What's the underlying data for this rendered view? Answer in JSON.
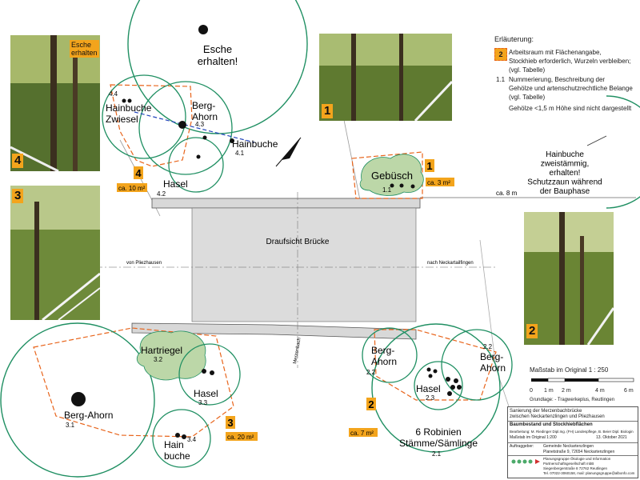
{
  "drawing": {
    "esche_label": "Esche\nerhalten!",
    "labels": {
      "hainbuche_zwiesel": "Hainbuche\nZwiesel",
      "hainbuche_zwiesel_id": "4.4",
      "berg_ahorn_43": "Berg-\nAhorn",
      "berg_ahorn_43_id": "4.3",
      "hainbuche_41": "Hainbuche",
      "hainbuche_41_id": "4.1",
      "hasel_42": "Hasel",
      "hasel_42_id": "4.2",
      "area4_badge": "4",
      "area4_size": "ca. 10 m²",
      "gebusch": "Gebüsch",
      "gebusch_id": "1.1",
      "area1_badge": "1",
      "area1_size": "ca. 3 m²",
      "ca8m": "ca. 8 m",
      "hainbuche_zweist": "Hainbuche\nzweistämmig,\nerhalten!\nSchutzzaun während\nder Bauphase",
      "draufsicht": "Draufsicht Brücke",
      "von_pliezhausen": "von Pliezhausen",
      "nach_neckartailfingen": "nach Neckartailfingen",
      "merzenbach": "Merzenbach",
      "hartriegel": "Hartriegel",
      "hartriegel_id": "3.2",
      "hasel_33": "Hasel",
      "hasel_33_id": "3.3",
      "berg_ahorn_31": "Berg-Ahorn",
      "berg_ahorn_31_id": "3.1",
      "hainbuche_34": "Hain\nbuche",
      "hainbuche_34_id": "3.4",
      "area3_badge": "3",
      "area3_size": "ca. 20 m²",
      "area2_badge": "2",
      "area2_size": "ca. 7 m²",
      "berg_ahorn_22a": "Berg-\nAhorn",
      "berg_ahorn_22a_id": "2.2",
      "berg_ahorn_22b": "Berg-\nAhorn",
      "berg_ahorn_22b_id": "2.2",
      "hasel_23": "Hasel",
      "hasel_23_id": "2.3",
      "robinien": "6 Robinien\nStämme/Sämlinge",
      "robinien_id": "2.1"
    }
  },
  "photos": [
    {
      "badge": "4",
      "tag": "Esche\nerhalten"
    },
    {
      "badge": "3"
    },
    {
      "badge": "1"
    },
    {
      "badge": "2"
    }
  ],
  "legend": {
    "title": "Erläuterung:",
    "swatch_number": "2",
    "item1": "Arbeitsraum mit Flächenangabe,\nStockhieb erforderlich, Wurzeln verbleiben;\n(vgl. Tabelle)",
    "item2_key": "1.1",
    "item2": "Nummerierung, Beschreibung der\nGehölze und artenschutzrechtliche Belange\n(vgl. Tabelle)",
    "note": "Gehölze <1,5 m Höhe sind nicht dargestellt"
  },
  "scale": {
    "title": "Maßstab im Original 1 : 250",
    "ticks": [
      "0",
      "1 m",
      "2 m",
      "4 m",
      "6 m"
    ],
    "source": "Grundlage: - Tragwerkeplus, Reutlingen"
  },
  "titleblock": {
    "project": "Sanierung der Merzenbachbrücke\nzwischen Neckartenzlingen und Pliezhausen",
    "subject": "Baumbestand und Stockhiebflächen",
    "edited": "Bearbeitung: M. Riedinger Dipl.Ing. (FH) Landespflege, B. Beier Dipl. Biologin",
    "scale": "Maßstab im Original 1:200",
    "date": "13. Oktober 2021",
    "client_label": "Auftraggeber:",
    "client": "Gemeinde Neckartenzlingen\nPlanetstraße 9, 72654 Neckartenzlingen",
    "office": "Planungsgruppe Ökologie und Information\nPartnerschaftsgesellschaft mbB\nSiegenbergerstraße 8 72762 Reutlingen\nTel. 07022-3060158, mail: planungsgruppe@albonfo.com"
  },
  "colors": {
    "circle": "#1f8f62",
    "work_area": "#e8641b",
    "badge": "#f3a41c",
    "shrub": "#bcd7a8",
    "bridge": "#d8d8d8"
  }
}
